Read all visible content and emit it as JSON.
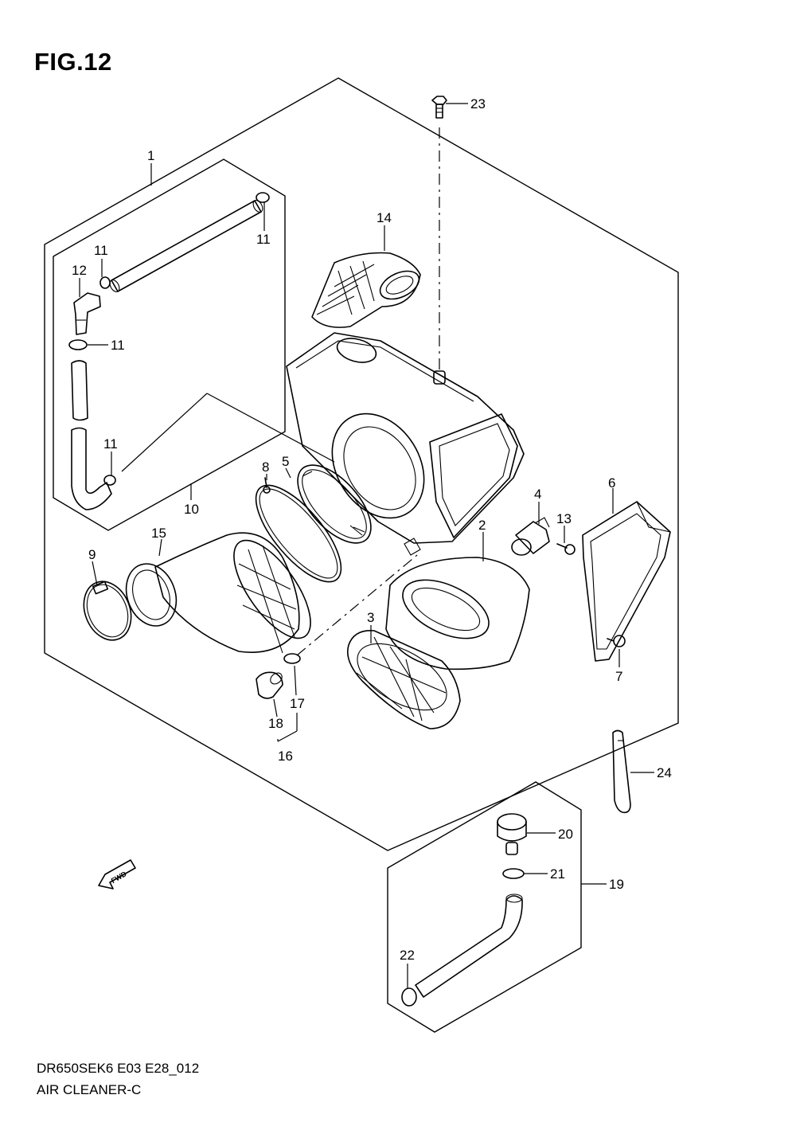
{
  "figure": {
    "title": "FIG.12",
    "model_code": "DR650SEK6 E03 E28_012",
    "name": "AIR CLEANER-C"
  },
  "direction_marker": {
    "label": "FWD",
    "icon": "fwd-arrow-icon"
  },
  "callouts": {
    "c1": "1",
    "c2": "2",
    "c3": "3",
    "c4": "4",
    "c5": "5",
    "c6": "6",
    "c7": "7",
    "c8": "8",
    "c9": "9",
    "c10": "10",
    "c11a": "11",
    "c11b": "11",
    "c11c": "11",
    "c11d": "11",
    "c12": "12",
    "c13": "13",
    "c14": "14",
    "c15": "15",
    "c16": "16",
    "c17": "17",
    "c18": "18",
    "c19": "19",
    "c20": "20",
    "c21": "21",
    "c22": "22",
    "c23": "23",
    "c24": "24"
  }
}
